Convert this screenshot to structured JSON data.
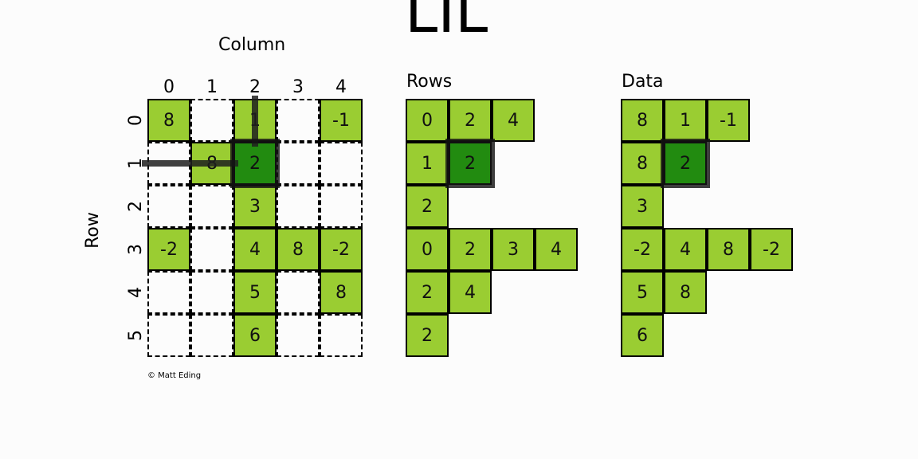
{
  "title": "LIL",
  "matrix": {
    "column_label": "Column",
    "row_label": "Row",
    "col_ticks": [
      "0",
      "1",
      "2",
      "3",
      "4"
    ],
    "row_ticks": [
      "0",
      "1",
      "2",
      "3",
      "4",
      "5"
    ],
    "cells": [
      [
        "8",
        "",
        "1",
        "",
        "-1"
      ],
      [
        "",
        "8",
        "2",
        "",
        ""
      ],
      [
        "",
        "",
        "3",
        "",
        ""
      ],
      [
        "-2",
        "",
        "4",
        "8",
        "-2"
      ],
      [
        "",
        "",
        "5",
        "",
        "8"
      ],
      [
        "",
        "",
        "6",
        "",
        ""
      ]
    ],
    "highlight": {
      "row": 1,
      "col": 2
    }
  },
  "rows_panel": {
    "label": "Rows",
    "lists": [
      [
        "0",
        "2",
        "4"
      ],
      [
        "1",
        "2"
      ],
      [
        "2"
      ],
      [
        "0",
        "2",
        "3",
        "4"
      ],
      [
        "2",
        "4"
      ],
      [
        "2"
      ]
    ],
    "highlight": {
      "row": 1,
      "index": 1
    }
  },
  "data_panel": {
    "label": "Data",
    "lists": [
      [
        "8",
        "1",
        "-1"
      ],
      [
        "8",
        "2"
      ],
      [
        "3"
      ],
      [
        "-2",
        "4",
        "8",
        "-2"
      ],
      [
        "5",
        "8"
      ],
      [
        "6"
      ]
    ],
    "highlight": {
      "row": 1,
      "index": 1
    }
  },
  "colors": {
    "filled": "#9acd32",
    "highlight": "#228b10",
    "background": "#fcfcfc"
  },
  "copyright": "© Matt Eding"
}
